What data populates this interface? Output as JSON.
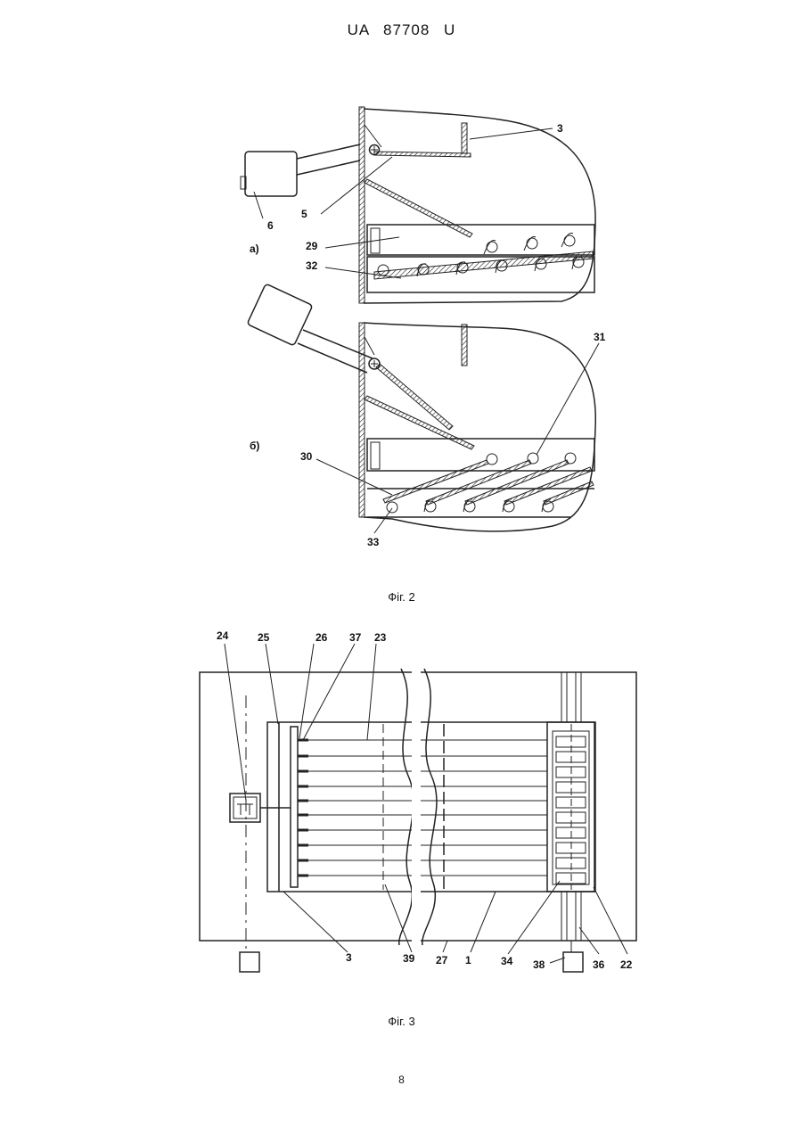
{
  "header": {
    "patent_number": "UA   87708   U"
  },
  "figure2": {
    "caption": "Фіг. 2",
    "panel_a_label": "а)",
    "panel_b_label": "б)",
    "labels": {
      "l3": "3",
      "l5": "5",
      "l6": "6",
      "l29": "29",
      "l32": "32",
      "l31": "31",
      "l30": "30",
      "l33": "33"
    }
  },
  "figure3": {
    "caption": "Фіг. 3",
    "labels": {
      "l24": "24",
      "l25": "25",
      "l26": "26",
      "l37": "37",
      "l23": "23",
      "l3": "3",
      "l39": "39",
      "l27": "27",
      "l1": "1",
      "l34": "34",
      "l38": "38",
      "l36": "36",
      "l22": "22"
    }
  },
  "footer": {
    "page_number": "8"
  }
}
